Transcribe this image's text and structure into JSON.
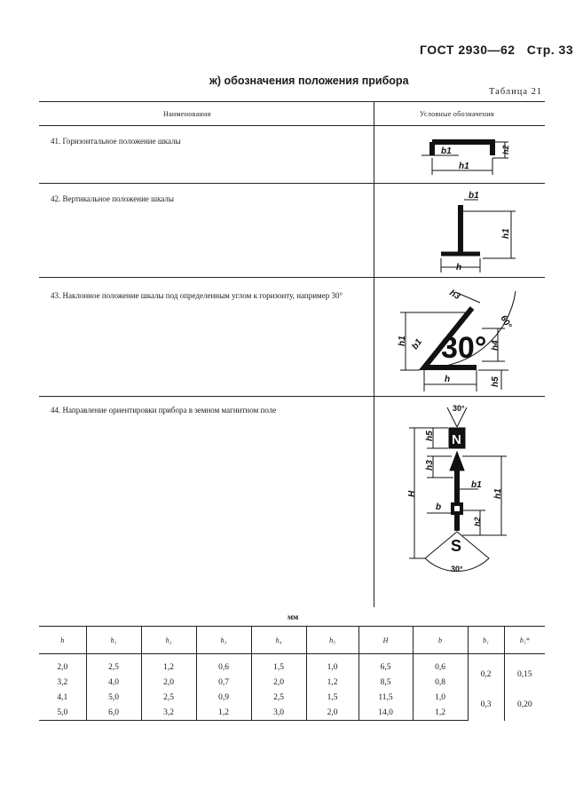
{
  "header": {
    "standard": "ГОСТ  2930—62",
    "page": "Стр. 33"
  },
  "section_title": "ж)  обозначения положения прибора",
  "table_label": "Таблица 21",
  "columns": {
    "name": "Наименования",
    "symbol": "Условные обозначения"
  },
  "items": [
    {
      "text": "41. Горизонтальное положение шкалы"
    },
    {
      "text": "42. Вертикальное положение шкалы"
    },
    {
      "text": "43. Наклонное положение шкалы под определенным углом к горизонту, например 30°"
    },
    {
      "text": "44. Направление ориентировки прибора в земном магнитном поле"
    }
  ],
  "symbol_labels": {
    "b1": "b1",
    "h": "h",
    "h1": "h1",
    "h2": "h2",
    "h3": "h3",
    "h4": "h4",
    "h5": "h5",
    "H": "H",
    "b": "b",
    "angle_30": "30°",
    "angle_60": "60°",
    "north": "N",
    "south": "S"
  },
  "units": "мм",
  "dims_table": {
    "headers": [
      "h",
      "h₁",
      "h₂",
      "h₃",
      "h₄",
      "h₅",
      "H",
      "b",
      "b₁",
      "b₁*"
    ],
    "rows": [
      [
        "2,0",
        "2,5",
        "1,2",
        "0,6",
        "1,5",
        "1,0",
        "6,5",
        "0,6"
      ],
      [
        "3,2",
        "4,0",
        "2,0",
        "0,7",
        "2,0",
        "1,2",
        "8,5",
        "0,8"
      ],
      [
        "4,1",
        "5,0",
        "2,5",
        "0,9",
        "2,5",
        "1,5",
        "11,5",
        "1,0"
      ],
      [
        "5,0",
        "6,0",
        "3,2",
        "1,2",
        "3,0",
        "2,0",
        "14,0",
        "1,2"
      ]
    ],
    "merged": [
      {
        "b1": "0,2",
        "b1s": "0,15"
      },
      {
        "b1": "0,3",
        "b1s": "0,20"
      }
    ]
  }
}
